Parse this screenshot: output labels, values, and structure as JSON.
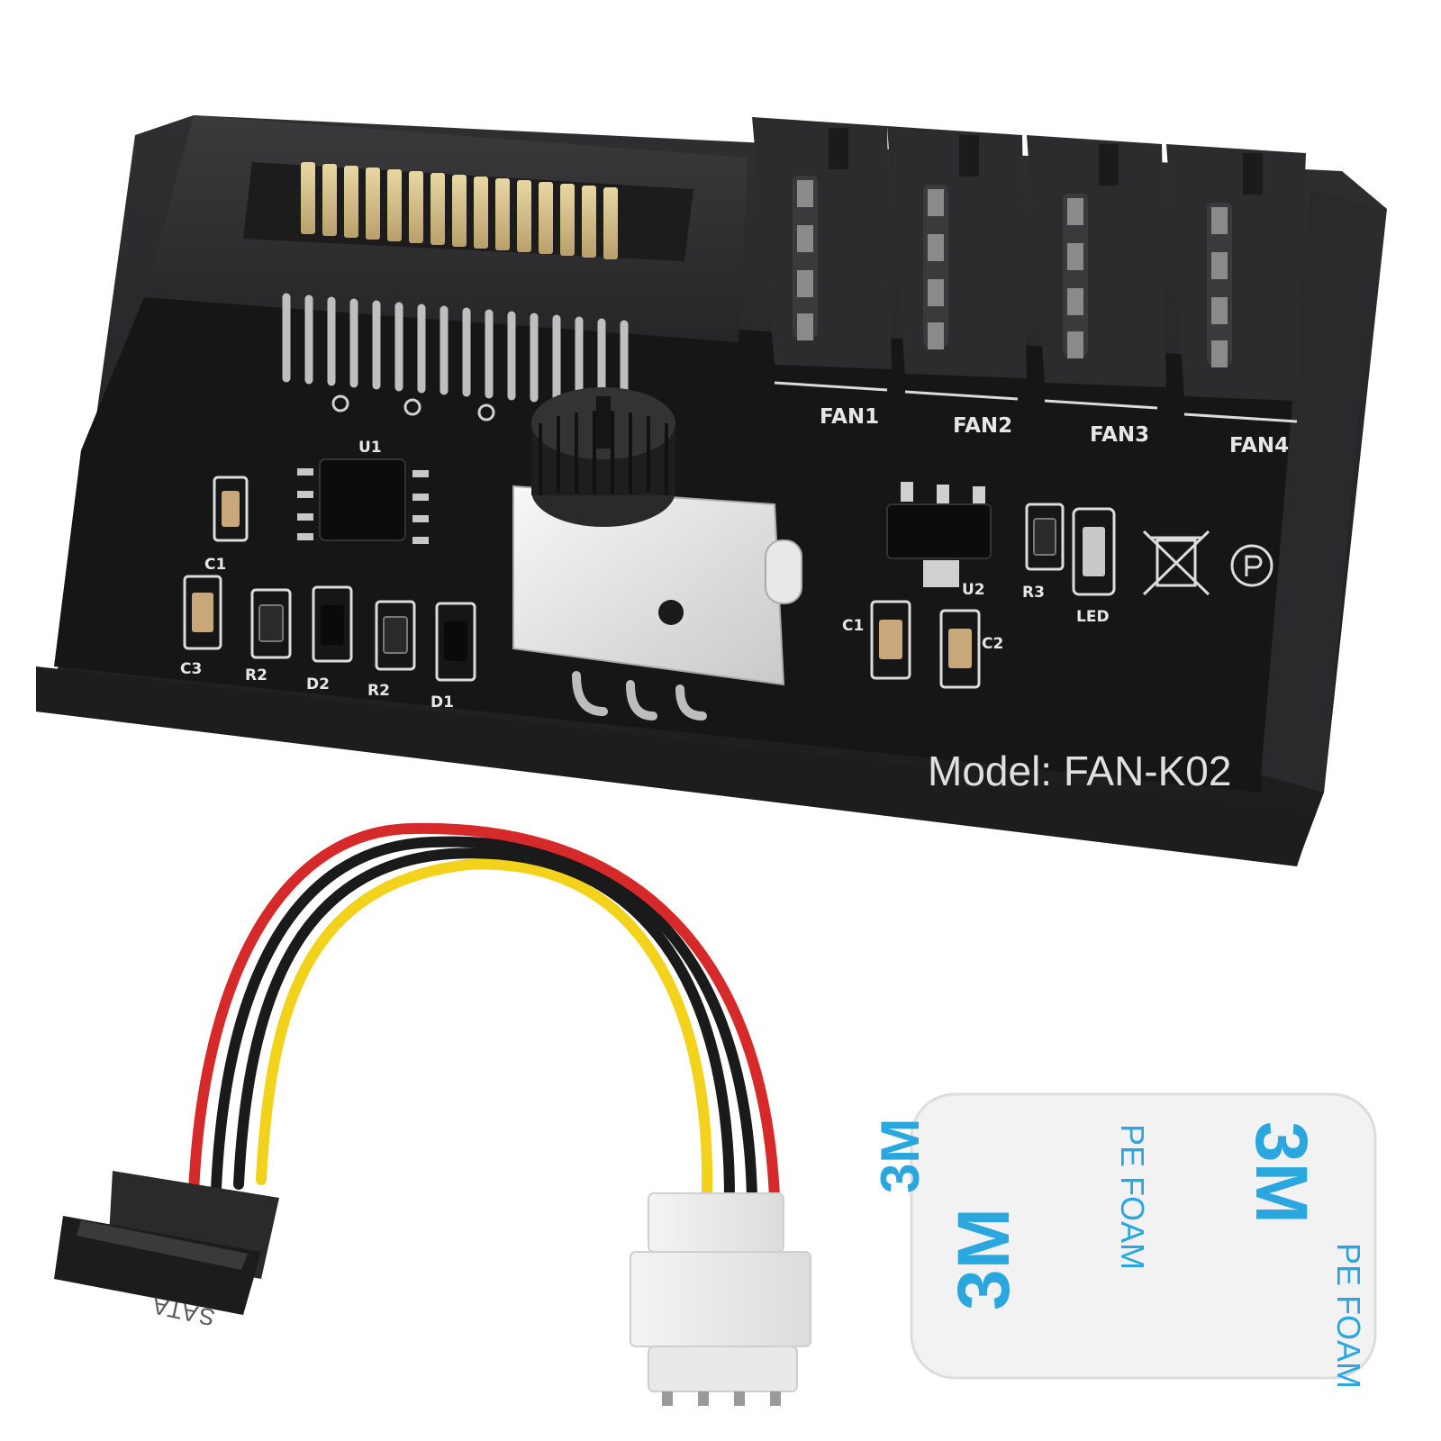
{
  "board": {
    "model_label": "Model: FAN-K02",
    "fan_ports": [
      "FAN1",
      "FAN2",
      "FAN3",
      "FAN4"
    ],
    "components": {
      "u1": "U1",
      "u2": "U2",
      "c1_left": "C1",
      "c3": "C3",
      "r2_a": "R2",
      "d2": "D2",
      "r2_b": "R2",
      "d1": "D1",
      "c1_right": "C1",
      "c2": "C2",
      "r3": "R3",
      "led": "LED"
    }
  },
  "cable": {
    "sata_connector_text": "SATA",
    "wire_colors": [
      "#f2d21b",
      "#1a1a1a",
      "#1a1a1a",
      "#d62a2a"
    ]
  },
  "tape": {
    "texts": [
      "3M",
      "PE FOAM",
      "3M",
      "PE FOAM",
      "3M"
    ]
  },
  "colors": {
    "board": "#2b2b2d",
    "pcb": "#151516",
    "accent": "#2aa7df"
  }
}
